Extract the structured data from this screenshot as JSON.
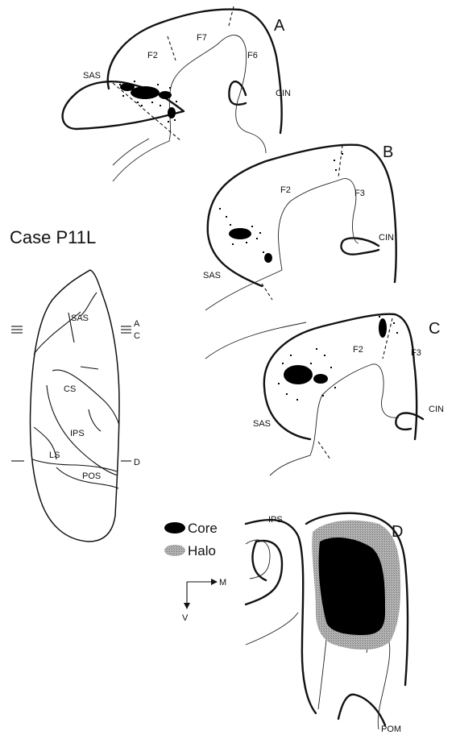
{
  "case_title": "Case P11L",
  "panels": {
    "A": {
      "letter": "A",
      "areas": [
        "F2",
        "F7",
        "F6"
      ],
      "sulci": [
        "SAS",
        "CIN"
      ]
    },
    "B": {
      "letter": "B",
      "areas": [
        "F2",
        "F3"
      ],
      "sulci": [
        "SAS",
        "CIN"
      ]
    },
    "C": {
      "letter": "C",
      "areas": [
        "F2",
        "F3"
      ],
      "sulci": [
        "SAS",
        "CIN"
      ]
    },
    "D": {
      "letter": "D",
      "sulci": [
        "IPS",
        "POM"
      ]
    }
  },
  "brain_map": {
    "sulci": [
      "SAS",
      "CS",
      "IPS",
      "LS",
      "POS"
    ],
    "level_marks": {
      "ac_top": "A",
      "ac_bottom": "C",
      "d": "D"
    }
  },
  "legend": {
    "core": "Core",
    "halo": "Halo"
  },
  "orientation": {
    "medial": "M",
    "ventral": "V"
  },
  "colors": {
    "ink": "#111111",
    "halo": "#9a9a9a",
    "core": "#000000"
  }
}
